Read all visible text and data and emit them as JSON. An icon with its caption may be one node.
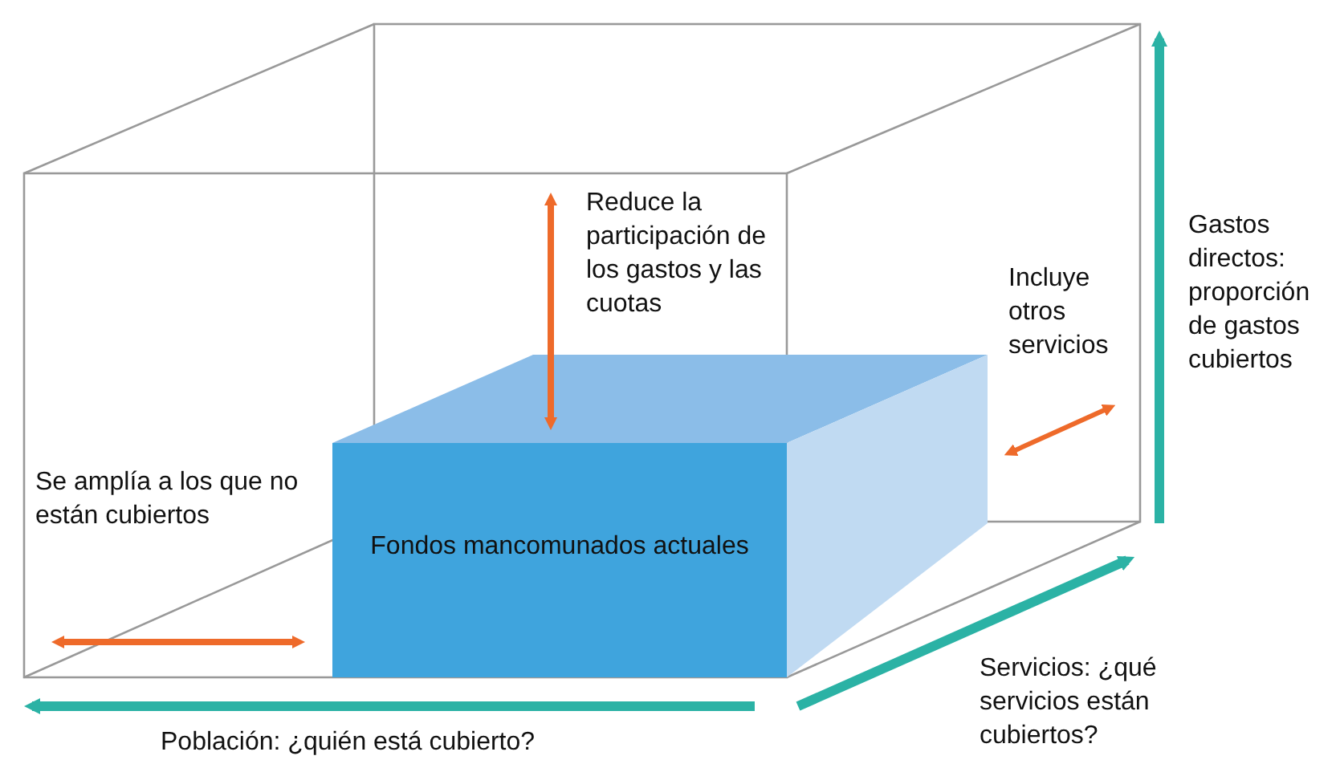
{
  "diagram": {
    "nodes": [
      {
        "text": [
          "Fondos mancomunados actuales"
        ]
      }
    ],
    "edges": [],
    "labels": [
      "Reduce la participación de los gastos y las cuotas",
      "Incluye otros servicios",
      "Gastos directos: proporción de gastos cubiertos",
      "Se amplía a los que no están cubiertos",
      "Servicios: ¿qué servicios están cubiertos?",
      "Población: ¿quién está cubierto?"
    ]
  }
}
